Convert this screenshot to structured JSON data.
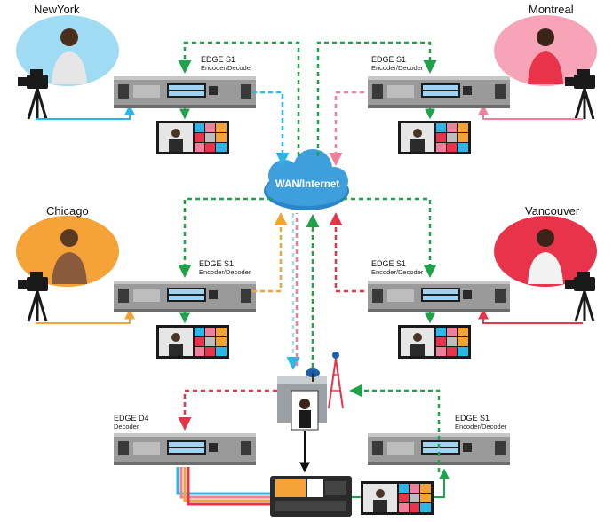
{
  "locations": {
    "newyork": "NewYork",
    "montreal": "Montreal",
    "chicago": "Chicago",
    "vancouver": "Vancouver"
  },
  "devices": {
    "newyork": {
      "model": "EDGE S1",
      "role": "Encoder/Decoder"
    },
    "montreal": {
      "model": "EDGE S1",
      "role": "Encoder/Decoder"
    },
    "chicago": {
      "model": "EDGE S1",
      "role": "Encoder/Decoder"
    },
    "vancouver": {
      "model": "EDGE S1",
      "role": "Encoder/Decoder"
    },
    "studio_decoder": {
      "model": "EDGE D4",
      "role": "Decoder"
    },
    "studio_encoder": {
      "model": "EDGE S1",
      "role": "Encoder/Decoder"
    }
  },
  "network": {
    "cloud_label": "WAN/Internet"
  },
  "colors": {
    "newyork": "#29b8e6",
    "montreal": "#f07f9a",
    "chicago": "#f5a236",
    "vancouver": "#e8334a",
    "return_feed": "#1fa24a",
    "output": "#111111"
  }
}
